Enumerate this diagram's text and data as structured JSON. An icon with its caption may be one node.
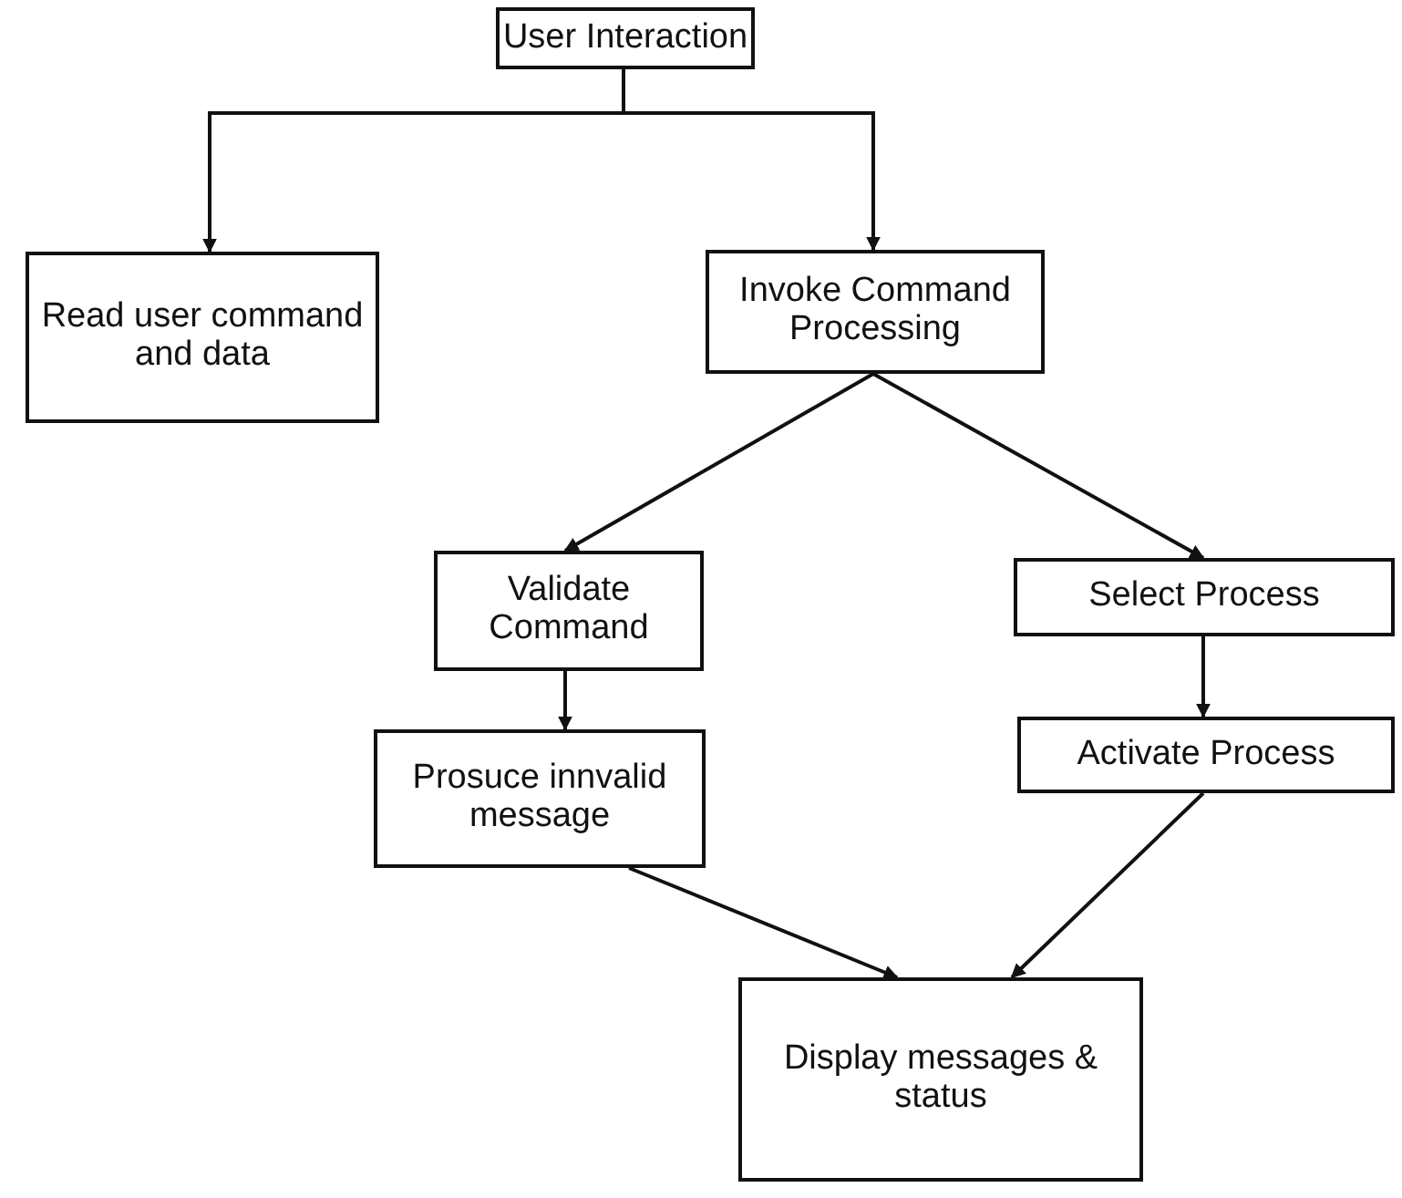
{
  "diagram": {
    "nodes": [
      {
        "text": [
          "User Interaction"
        ]
      },
      {
        "text": [
          "Read user command and data"
        ]
      },
      {
        "text": [
          "Invoke Command Processing"
        ]
      },
      {
        "text": [
          "Validate Command"
        ]
      },
      {
        "text": [
          "Select Process"
        ]
      },
      {
        "text": [
          "Activate Process"
        ]
      },
      {
        "text": [
          "Prosuce innvalid message"
        ]
      },
      {
        "text": [
          "Display messages & status"
        ]
      }
    ],
    "edges": [
      {
        "from": 0,
        "to": 1,
        "arrow": "to"
      },
      {
        "from": 0,
        "to": 2,
        "arrow": "to"
      },
      {
        "from": 2,
        "to": 3,
        "arrow": "to"
      },
      {
        "from": 2,
        "to": 4,
        "arrow": "to"
      },
      {
        "from": 3,
        "to": 6,
        "arrow": "to"
      },
      {
        "from": 4,
        "to": 5,
        "arrow": "to"
      },
      {
        "from": 6,
        "to": 7,
        "arrow": "to"
      },
      {
        "from": 5,
        "to": 7,
        "arrow": "to"
      }
    ]
  }
}
